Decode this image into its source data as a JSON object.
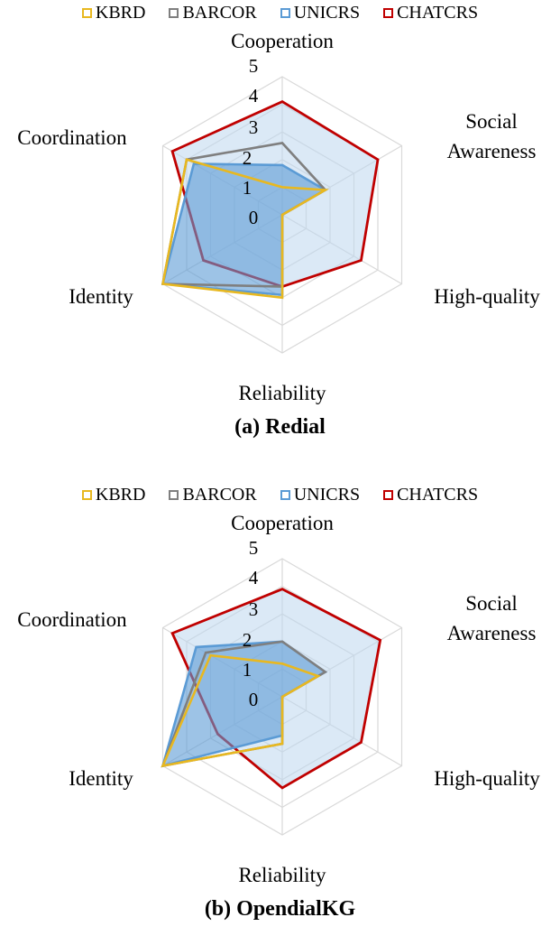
{
  "colors": {
    "KBRD": "#E8B820",
    "BARCOR": "#7F7F7F",
    "UNICRS": "#5B9BD5",
    "CHATCRS": "#C00000",
    "grid": "#D9D9D9",
    "unicrs_fill": "#5B9BD5",
    "chatcrs_fill": "#BDD7EE"
  },
  "chart_data": [
    {
      "type": "radar",
      "title": "(a) Redial",
      "axes": [
        "Cooperation",
        "Social Awareness",
        "High-quality",
        "Reliability",
        "Identity",
        "Coordination"
      ],
      "axis_label_lines": [
        [
          "Cooperation"
        ],
        [
          "Social",
          "Awareness"
        ],
        [
          "High-quality"
        ],
        [
          "Reliability"
        ],
        [
          "Identity"
        ],
        [
          "Coordination"
        ]
      ],
      "ticks": [
        "0",
        "1",
        "2",
        "3",
        "4",
        "5"
      ],
      "rlim": [
        0,
        5
      ],
      "legend": {
        "position": "top",
        "entries": [
          "KBRD",
          "BARCOR",
          "UNICRS",
          "CHATCRS"
        ]
      },
      "series": [
        {
          "name": "KBRD",
          "values": [
            1.0,
            1.8,
            0.0,
            3.0,
            5.0,
            4.0
          ]
        },
        {
          "name": "BARCOR",
          "values": [
            2.6,
            1.8,
            0.0,
            2.6,
            5.0,
            4.0
          ]
        },
        {
          "name": "UNICRS",
          "values": [
            1.8,
            1.8,
            0.0,
            2.9,
            5.0,
            3.7
          ]
        },
        {
          "name": "CHATCRS",
          "values": [
            4.1,
            4.0,
            3.3,
            2.6,
            3.3,
            4.6
          ]
        }
      ]
    },
    {
      "type": "radar",
      "title": "(b) OpendialKG",
      "axes": [
        "Cooperation",
        "Social Awareness",
        "High-quality",
        "Reliability",
        "Identity",
        "Coordination"
      ],
      "axis_label_lines": [
        [
          "Cooperation"
        ],
        [
          "Social",
          "Awareness"
        ],
        [
          "High-quality"
        ],
        [
          "Reliability"
        ],
        [
          "Identity"
        ],
        [
          "Coordination"
        ]
      ],
      "ticks": [
        "0",
        "1",
        "2",
        "3",
        "4",
        "5"
      ],
      "rlim": [
        0,
        5
      ],
      "legend": {
        "position": "top",
        "entries": [
          "KBRD",
          "BARCOR",
          "UNICRS",
          "CHATCRS"
        ]
      },
      "series": [
        {
          "name": "KBRD",
          "values": [
            1.2,
            1.5,
            0.0,
            1.7,
            5.0,
            3.0
          ]
        },
        {
          "name": "BARCOR",
          "values": [
            2.0,
            1.8,
            0.0,
            1.7,
            5.0,
            3.2
          ]
        },
        {
          "name": "UNICRS",
          "values": [
            2.0,
            1.8,
            0.0,
            1.4,
            5.0,
            3.6
          ]
        },
        {
          "name": "CHATCRS",
          "values": [
            3.9,
            4.1,
            3.3,
            3.3,
            2.7,
            4.6
          ]
        }
      ]
    }
  ]
}
